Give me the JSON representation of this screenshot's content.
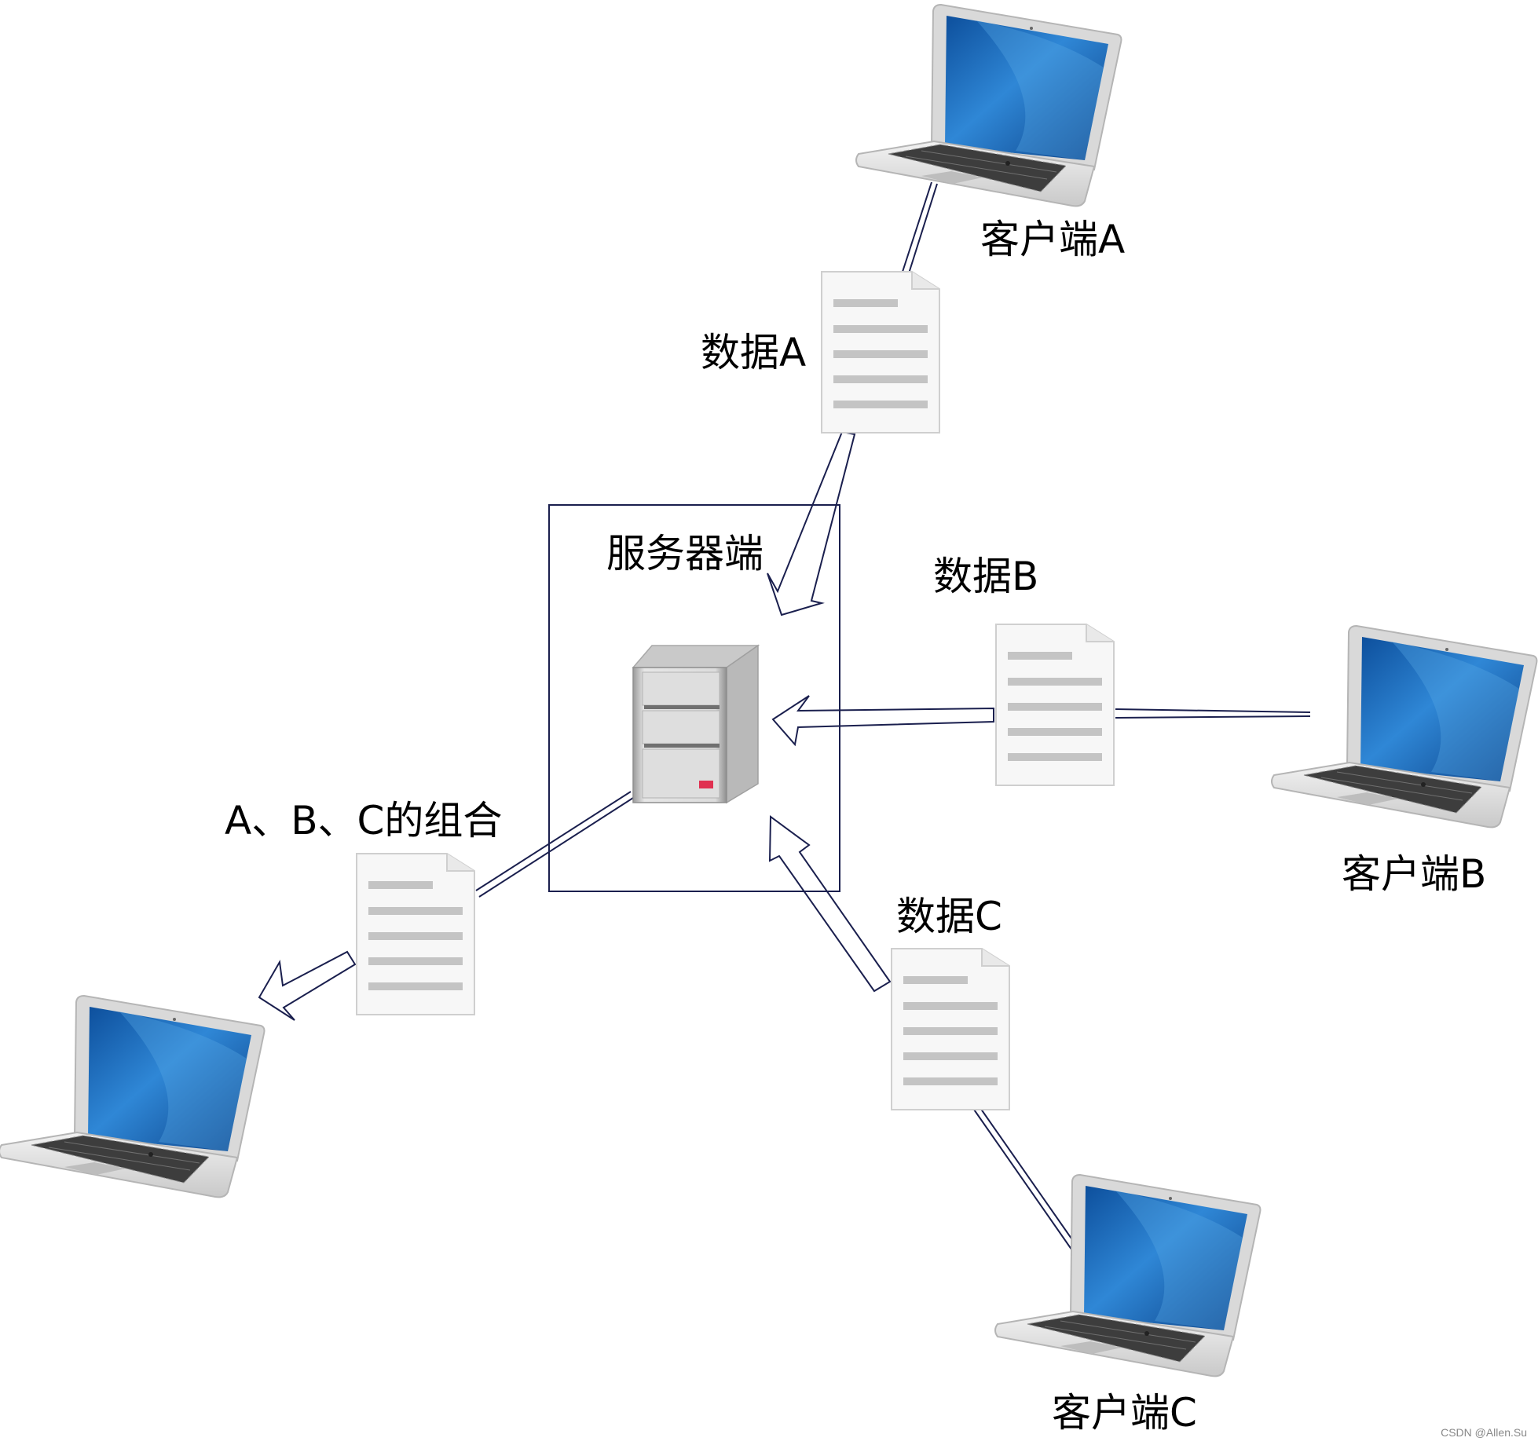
{
  "server": {
    "label": "服务器端"
  },
  "clients": [
    {
      "id": "a",
      "label": "客户端A"
    },
    {
      "id": "b",
      "label": "客户端B"
    },
    {
      "id": "c",
      "label": "客户端C"
    },
    {
      "id": "out",
      "label": ""
    }
  ],
  "documents": [
    {
      "id": "a",
      "label": "数据A"
    },
    {
      "id": "b",
      "label": "数据B"
    },
    {
      "id": "c",
      "label": "数据C"
    },
    {
      "id": "combined",
      "label": "A、B、C的组合"
    }
  ],
  "watermark": "CSDN @Allen.Su",
  "colors": {
    "connector": "#1a1f4e",
    "screen": "#1d73c0",
    "doc_lines": "#c4c4c4",
    "server_led": "#e03050"
  }
}
